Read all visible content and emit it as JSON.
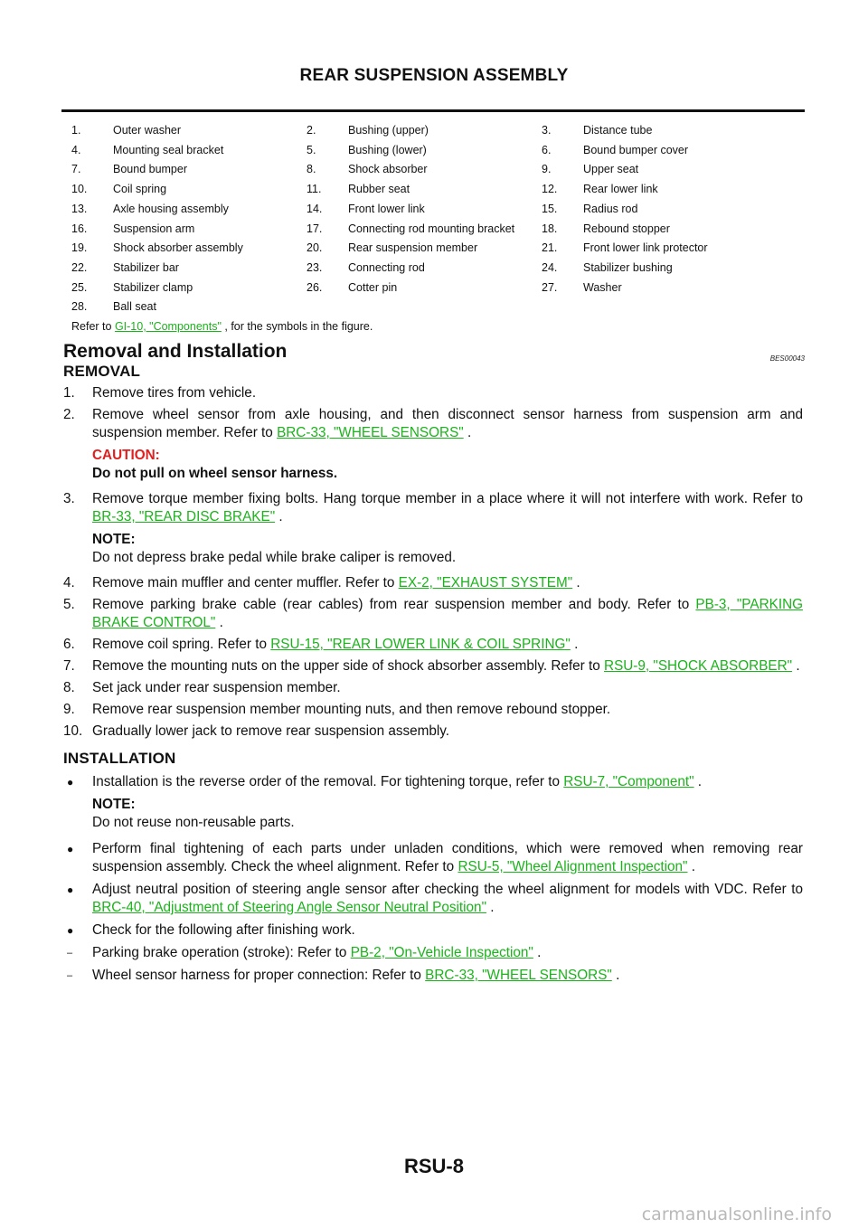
{
  "header": {
    "title": "REAR SUSPENSION ASSEMBLY"
  },
  "legend": {
    "items": [
      {
        "num": "1.",
        "label": "Outer washer"
      },
      {
        "num": "2.",
        "label": "Bushing (upper)"
      },
      {
        "num": "3.",
        "label": "Distance tube"
      },
      {
        "num": "4.",
        "label": "Mounting seal bracket"
      },
      {
        "num": "5.",
        "label": "Bushing (lower)"
      },
      {
        "num": "6.",
        "label": "Bound bumper cover"
      },
      {
        "num": "7.",
        "label": "Bound bumper"
      },
      {
        "num": "8.",
        "label": "Shock absorber"
      },
      {
        "num": "9.",
        "label": "Upper seat"
      },
      {
        "num": "10.",
        "label": "Coil spring"
      },
      {
        "num": "11.",
        "label": "Rubber seat"
      },
      {
        "num": "12.",
        "label": "Rear lower link"
      },
      {
        "num": "13.",
        "label": "Axle housing assembly"
      },
      {
        "num": "14.",
        "label": "Front lower link"
      },
      {
        "num": "15.",
        "label": "Radius rod"
      },
      {
        "num": "16.",
        "label": "Suspension arm"
      },
      {
        "num": "17.",
        "label": "Connecting rod mounting bracket"
      },
      {
        "num": "18.",
        "label": "Rebound stopper"
      },
      {
        "num": "19.",
        "label": "Shock absorber assembly"
      },
      {
        "num": "20.",
        "label": "Rear suspension member"
      },
      {
        "num": "21.",
        "label": "Front lower link protector"
      },
      {
        "num": "22.",
        "label": "Stabilizer bar"
      },
      {
        "num": "23.",
        "label": "Connecting rod"
      },
      {
        "num": "24.",
        "label": "Stabilizer bushing"
      },
      {
        "num": "25.",
        "label": "Stabilizer clamp"
      },
      {
        "num": "26.",
        "label": "Cotter pin"
      },
      {
        "num": "27.",
        "label": "Washer"
      },
      {
        "num": "28.",
        "label": "Ball seat"
      }
    ],
    "note_prefix": "Refer to ",
    "note_link": "GI-10, \"Components\"",
    "note_suffix": " , for the symbols in the figure."
  },
  "section": {
    "title": "Removal and Installation",
    "code": "BES00043",
    "removal_title": "REMOVAL",
    "installation_title": "INSTALLATION"
  },
  "removal": {
    "s1": {
      "num": "1.",
      "text": "Remove tires from vehicle."
    },
    "s2": {
      "num": "2.",
      "text": "Remove wheel sensor from axle housing, and then disconnect sensor harness from suspension arm and suspension member. Refer to ",
      "link": "BRC-33, \"WHEEL SENSORS\"",
      "after": " .",
      "caution_label": "CAUTION:",
      "caution_text": "Do not pull on wheel sensor harness."
    },
    "s3": {
      "num": "3.",
      "text": "Remove torque member fixing bolts. Hang torque member in a place where it will not interfere with work. Refer to ",
      "link": "BR-33, \"REAR DISC BRAKE\"",
      "after": " .",
      "note_label": "NOTE:",
      "note_text": "Do not depress brake pedal while brake caliper is removed."
    },
    "s4": {
      "num": "4.",
      "text": "Remove main muffler and center muffler. Refer to ",
      "link": "EX-2, \"EXHAUST SYSTEM\"",
      "after": " ."
    },
    "s5": {
      "num": "5.",
      "text": "Remove parking brake cable (rear cables) from rear suspension member and body. Refer to ",
      "link": "PB-3, \"PARKING BRAKE CONTROL\"",
      "after": " ."
    },
    "s6": {
      "num": "6.",
      "text": "Remove coil spring. Refer to ",
      "link": "RSU-15, \"REAR LOWER LINK & COIL SPRING\"",
      "after": " ."
    },
    "s7": {
      "num": "7.",
      "text": "Remove the mounting nuts on the upper side of shock absorber assembly. Refer to ",
      "link": "RSU-9, \"SHOCK ABSORBER\"",
      "after": " ."
    },
    "s8": {
      "num": "8.",
      "text": "Set jack under rear suspension member."
    },
    "s9": {
      "num": "9.",
      "text": "Remove rear suspension member mounting nuts, and then remove rebound stopper."
    },
    "s10": {
      "num": "10.",
      "text": "Gradually lower jack to remove rear suspension assembly."
    }
  },
  "installation": {
    "b1": {
      "text": "Installation is the reverse order of the removal. For tightening torque, refer to ",
      "link": "RSU-7, \"Component\"",
      "after": " .",
      "note_label": "NOTE:",
      "note_text": "Do not reuse non-reusable parts."
    },
    "b2": {
      "text": "Perform final tightening of each parts under unladen conditions, which were removed when removing rear suspension assembly. Check the wheel alignment. Refer to ",
      "link": "RSU-5, \"Wheel Alignment Inspection\"",
      "after": " ."
    },
    "b3": {
      "text": "Adjust neutral position of steering angle sensor after checking the wheel alignment for models with VDC. Refer to ",
      "link": "BRC-40, \"Adjustment of Steering Angle Sensor Neutral Position\"",
      "after": " ."
    },
    "b4": {
      "text": "Check for the following after finishing work."
    },
    "d1": {
      "text": "Parking brake operation (stroke): Refer to ",
      "link": "PB-2, \"On-Vehicle Inspection\"",
      "after": " ."
    },
    "d2": {
      "text": "Wheel sensor harness for proper connection: Refer to ",
      "link": "BRC-33, \"WHEEL SENSORS\"",
      "after": " ."
    }
  },
  "footer": {
    "page_number": "RSU-8",
    "watermark": "carmanualsonline.info"
  }
}
